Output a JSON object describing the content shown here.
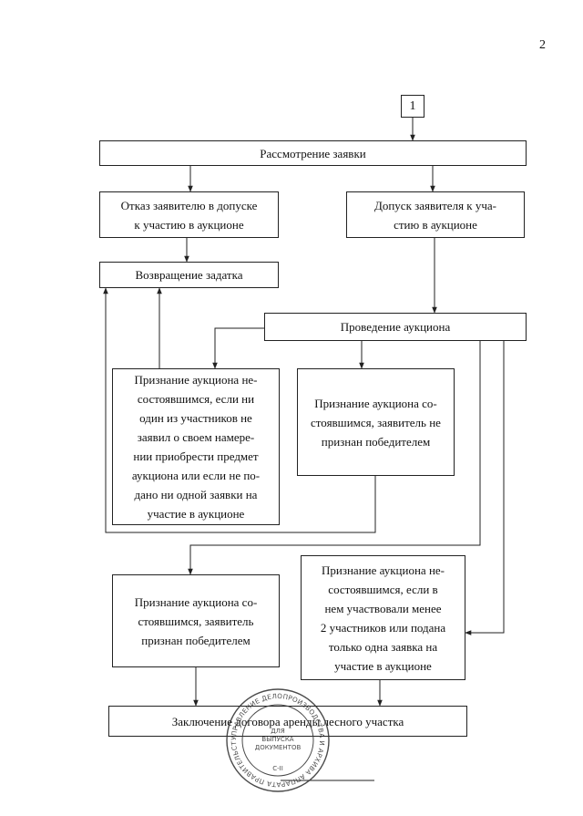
{
  "page_number": "2",
  "connector_label": "1",
  "boxes": {
    "review": "Рассмотрение заявки",
    "refusal": "Отказ заявителю в допуске\nк участию в аукционе",
    "admission": "Допуск заявителя к уча-\nстию в аукционе",
    "deposit_return": "Возвращение задатка",
    "auction": "Проведение аукциона",
    "failed_no_bids": "Признание аукциона не-\nсостоявшимся, если ни\nодин из участников не\nзаявил о своем намере-\nнии приобрести предмет\nаукциона или если не по-\nдано ни одной заявки на\nучастие в аукционе",
    "held_not_winner": "Признание аукциона со-\nстоявшимся, заявитель не\nпризнан победителем",
    "held_winner": "Признание аукциона со-\nстоявшимся, заявитель\nпризнан победителем",
    "failed_few_participants": "Признание аукциона не-\nсостоявшимся, если в\nнем участвовали менее\n2 участников или подана\nтолько одна заявка на\nучастие в аукционе",
    "contract": "Заключение договора аренды лесного участка"
  },
  "stamp": {
    "outer_text": "УПРАВЛЕНИЕ ДЕЛОПРОИЗВОДСТВА И АРХИВА АППАРАТА ПРАВИТЕЛЬСТВА СТАВРОПОЛЬСКОГО КРАЯ",
    "center_text": [
      "ДЛЯ",
      "ВЫПУСКА",
      "ДОКУМЕНТОВ"
    ],
    "code": "С-II"
  }
}
